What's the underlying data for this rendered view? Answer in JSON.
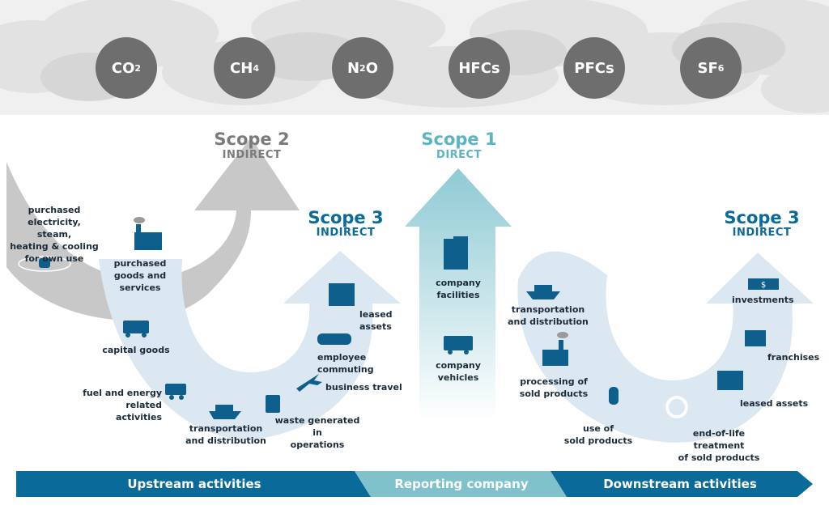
{
  "gases": [
    {
      "base": "CO",
      "sub": "2"
    },
    {
      "base": "CH",
      "sub": "4"
    },
    {
      "base": "N",
      "sub": "2",
      "post": "O"
    },
    {
      "base": "HFCs",
      "sub": ""
    },
    {
      "base": "PFCs",
      "sub": ""
    },
    {
      "base": "SF",
      "sub": "6"
    }
  ],
  "scope2": {
    "title": "Scope 2",
    "subtitle": "INDIRECT",
    "color": "#7a7a7a"
  },
  "scope1": {
    "title": "Scope 1",
    "subtitle": "DIRECT",
    "color": "#5bb4c2"
  },
  "scope3_up": {
    "title": "Scope 3",
    "subtitle": "INDIRECT",
    "color": "#0a6a9a"
  },
  "scope3_down": {
    "title": "Scope 3",
    "subtitle": "INDIRECT",
    "color": "#0a6a9a"
  },
  "labels": {
    "purchased_electricity": "purchased electricity,\nsteam,\nheating & cooling\nfor own use",
    "purchased_goods": "purchased\ngoods and\nservices",
    "capital_goods": "capital goods",
    "fuel_energy": "fuel and energy\nrelated activities",
    "transport_up": "transportation\nand distribution",
    "waste": "waste generated in\noperations",
    "business_travel": "business travel",
    "employee_commuting": "employee commuting",
    "leased_up": "leased assets",
    "company_facilities": "company\nfacilities",
    "company_vehicles": "company\nvehicles",
    "transport_down": "transportation\nand distribution",
    "processing": "processing of\nsold products",
    "use_of": "use of\nsold products",
    "end_of_life": "end-of-life treatment\nof sold products",
    "leased_down": "leased assets",
    "franchises": "franchises",
    "investments": "investments"
  },
  "band": {
    "upstream": "Upstream activities",
    "reporting": "Reporting company",
    "downstream": "Downstream activities"
  },
  "colors": {
    "dark_blue": "#0a6a9a",
    "light_teal": "#7fc2cc",
    "arrow_light": "#dbe7f1",
    "arrow_gray": "#c8c8c8",
    "icon_blue": "#0f5f8c",
    "cloud": "#d9d9d9"
  }
}
